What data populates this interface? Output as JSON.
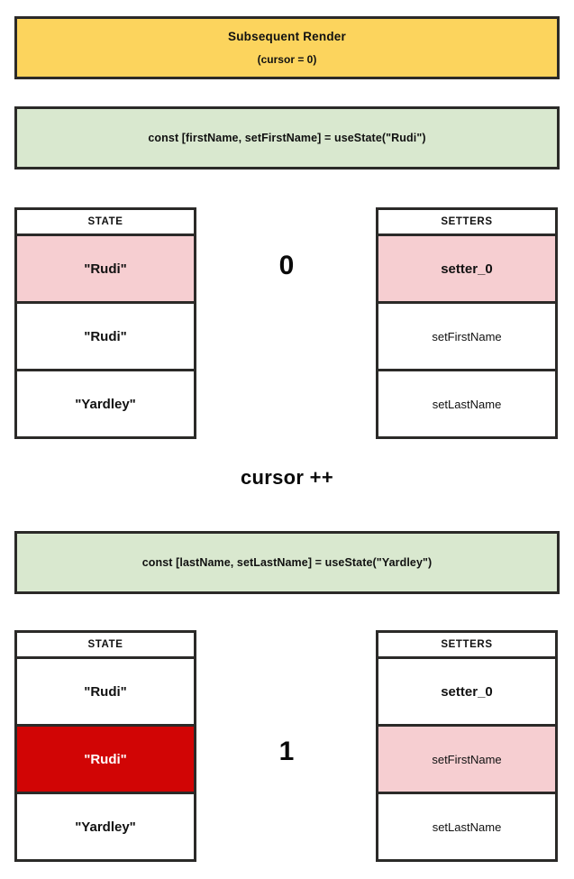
{
  "banner": {
    "title": "Subsequent Render",
    "subtitle": "(cursor = 0)"
  },
  "colors": {
    "banner_bg": "#fcd45d",
    "code_bg": "#d9e8cf",
    "border": "#2b2a28",
    "highlight_pink": "#f6ced1",
    "highlight_red": "#d10505",
    "highlight_red_text": "#ffffff",
    "cell_bg": "#ffffff",
    "text": "#111111"
  },
  "sections": [
    {
      "code": "const [firstName, setFirstName] = useState(\"Rudi\")",
      "cursor_value": "0",
      "state_table": {
        "header": "STATE",
        "rows": [
          {
            "value": "\"Rudi\"",
            "highlight": "pink",
            "bold": true
          },
          {
            "value": "\"Rudi\"",
            "highlight": "none",
            "bold": true
          },
          {
            "value": "\"Yardley\"",
            "highlight": "none",
            "bold": true
          }
        ]
      },
      "setters_table": {
        "header": "SETTERS",
        "rows": [
          {
            "value": "setter_0",
            "highlight": "pink",
            "bold": true
          },
          {
            "value": "setFirstName",
            "highlight": "none",
            "bold": false
          },
          {
            "value": "setLastName",
            "highlight": "none",
            "bold": false
          }
        ]
      }
    },
    {
      "code": "const [lastName, setLastName] = useState(\"Yardley\")",
      "cursor_value": "1",
      "state_table": {
        "header": "STATE",
        "rows": [
          {
            "value": "\"Rudi\"",
            "highlight": "none",
            "bold": true
          },
          {
            "value": "\"Rudi\"",
            "highlight": "red",
            "bold": true
          },
          {
            "value": "\"Yardley\"",
            "highlight": "none",
            "bold": true
          }
        ]
      },
      "setters_table": {
        "header": "SETTERS",
        "rows": [
          {
            "value": "setter_0",
            "highlight": "none",
            "bold": true
          },
          {
            "value": "setFirstName",
            "highlight": "pink",
            "bold": false
          },
          {
            "value": "setLastName",
            "highlight": "none",
            "bold": false
          }
        ]
      }
    }
  ],
  "cursor_increment_label": "cursor ++"
}
